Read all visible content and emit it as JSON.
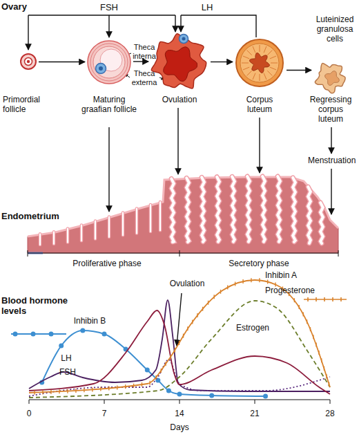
{
  "diagram": {
    "nodes": [
      {
        "text": [
          "Primordial follicle"
        ]
      },
      {
        "text": [
          "Maturing graafian follicle"
        ]
      },
      {
        "text": [
          "Ovulation"
        ]
      },
      {
        "text": [
          "Corpus luteum"
        ]
      },
      {
        "text": [
          "Regressing corpus luteum"
        ]
      }
    ],
    "edges": [
      {
        "from": 0,
        "to": 1,
        "arrow": "to"
      },
      {
        "from": 1,
        "to": 2,
        "arrow": "to"
      },
      {
        "from": 2,
        "to": 3,
        "arrow": "to"
      },
      {
        "from": 3,
        "to": 4,
        "label": "Luteinized granulosa cells",
        "arrow": "to"
      }
    ],
    "labels": [
      "Ovary",
      "FSH",
      "LH",
      "Theca interna",
      "Theca externa",
      "Menstruation",
      "Endometrium",
      "Proliferative phase",
      "Secretory phase",
      "Blood hormone levels",
      "Inhibin B",
      "LH",
      "FSH",
      "Ovulation",
      "Inhibin A",
      "Progesterone",
      "Estrogen",
      "0",
      "7",
      "14",
      "21",
      "28",
      "Days"
    ]
  }
}
